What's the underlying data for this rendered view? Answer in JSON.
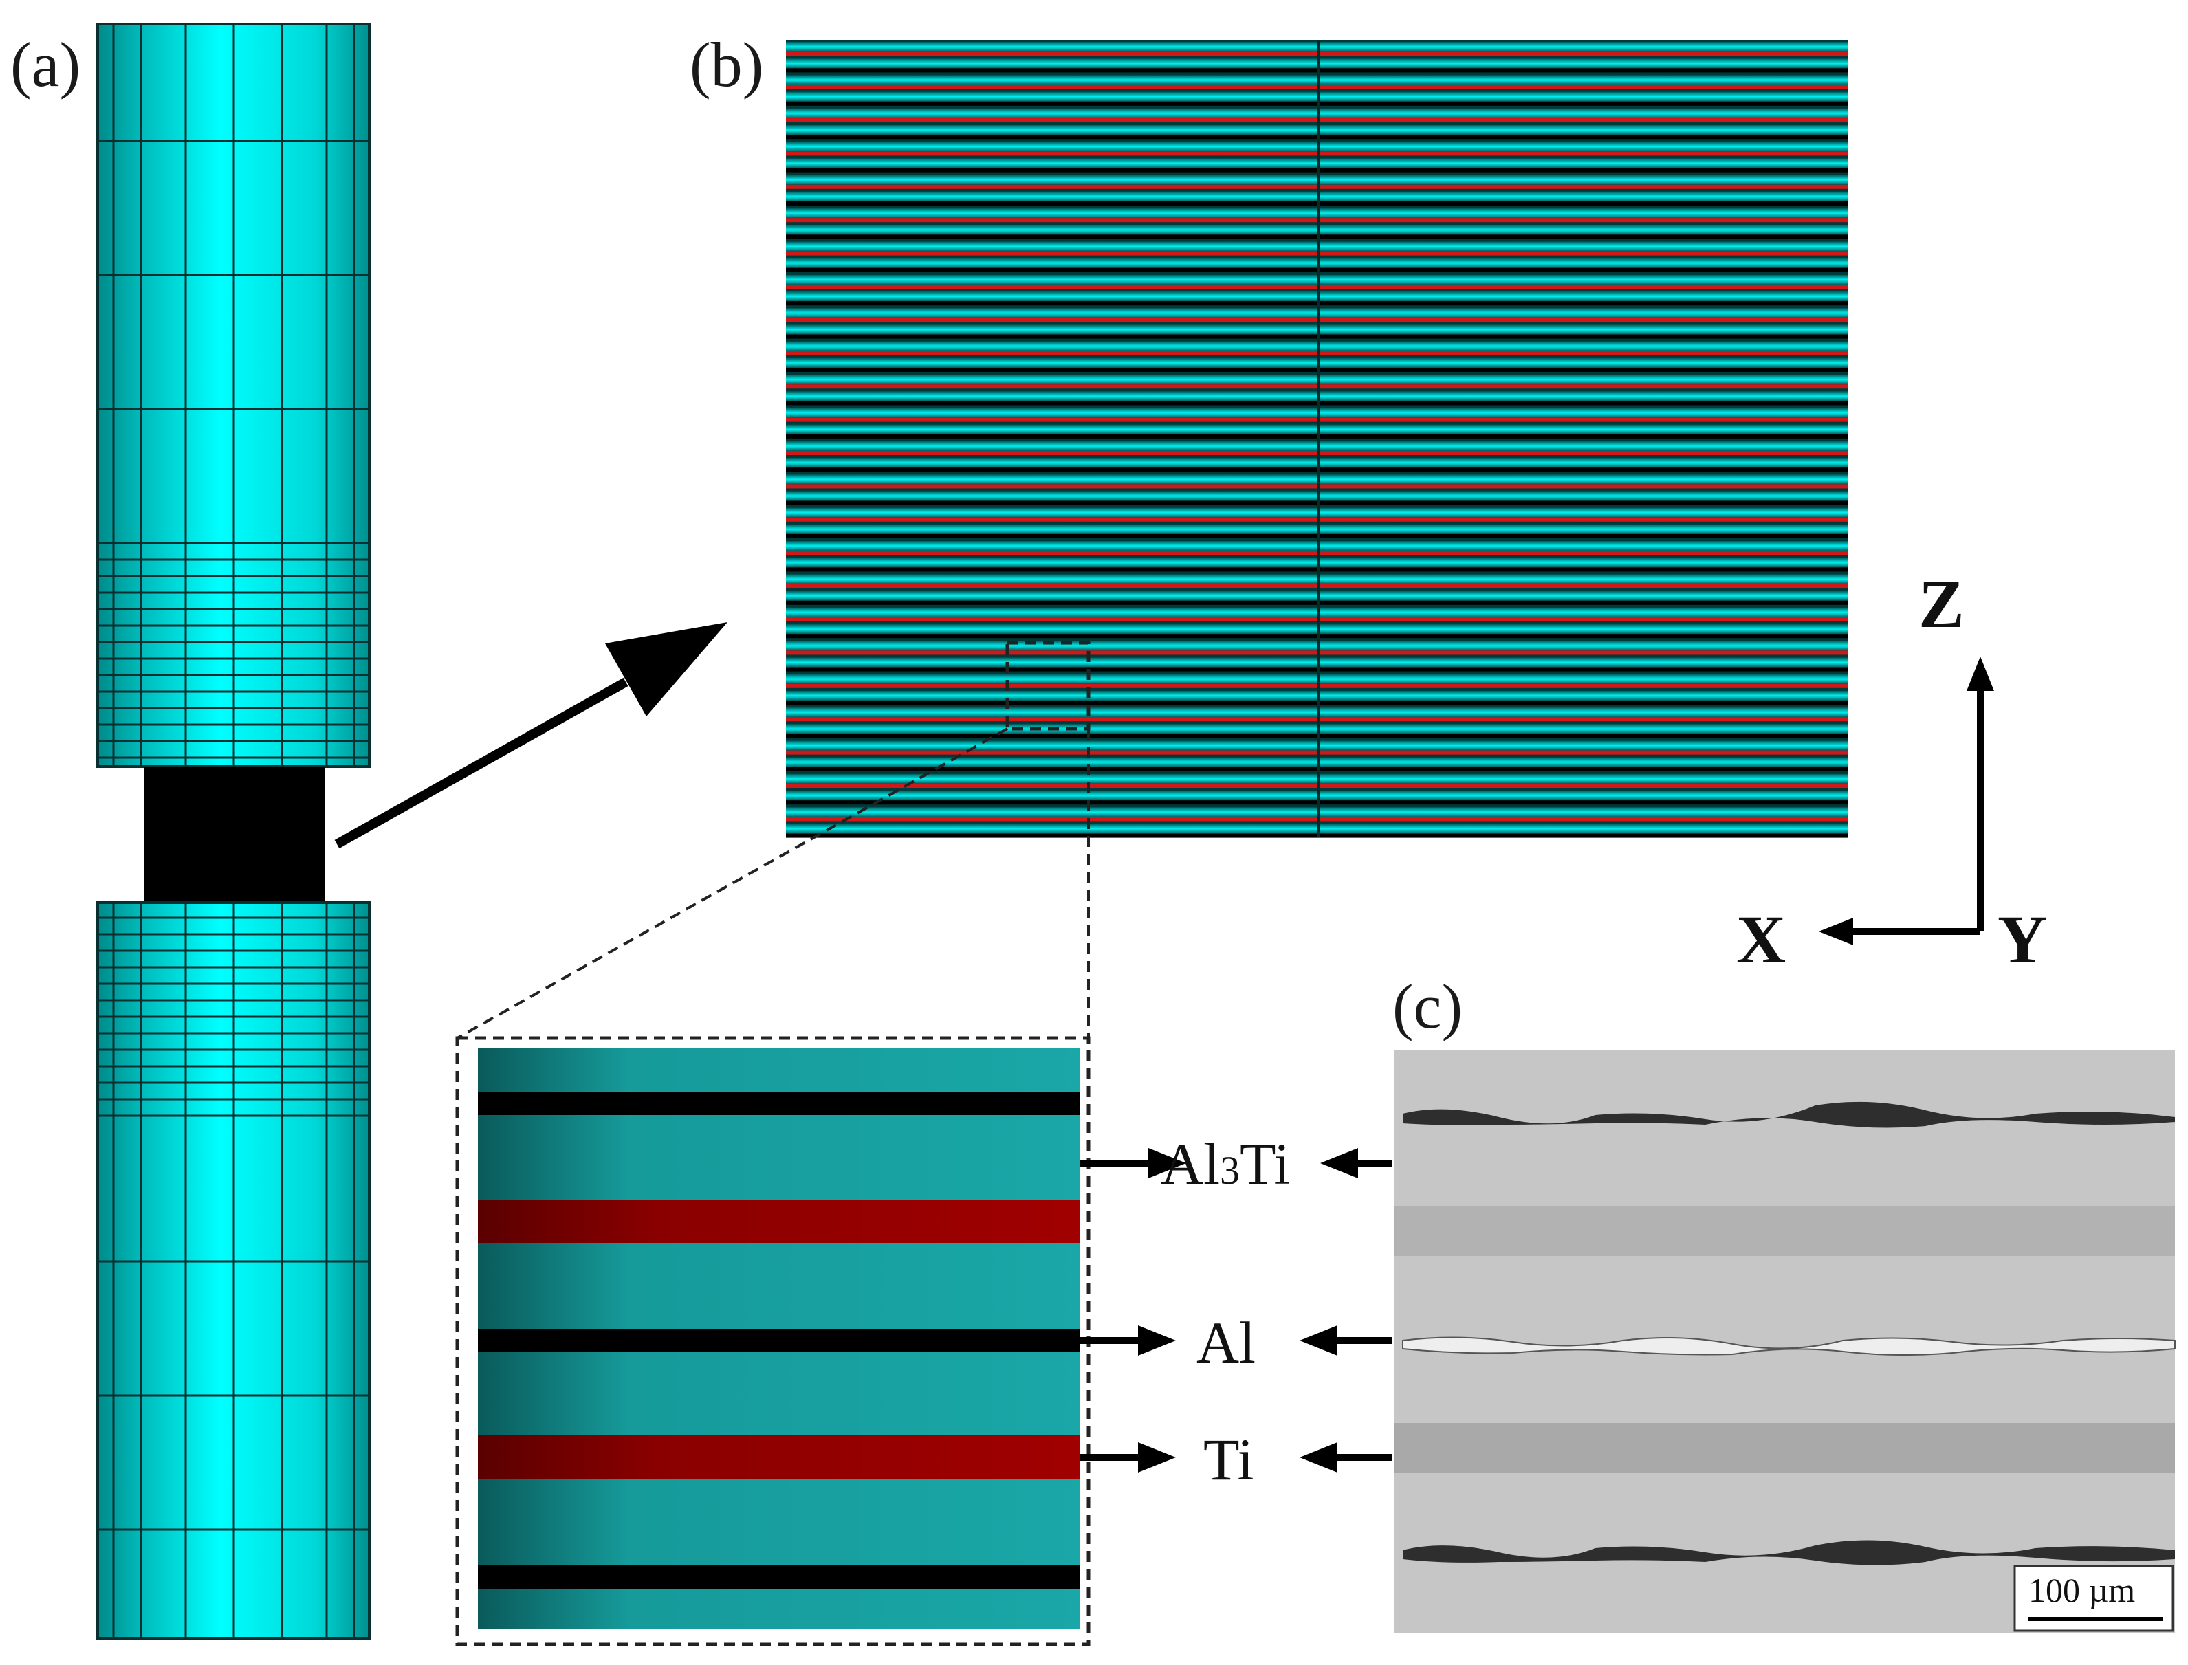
{
  "panels": {
    "a": {
      "label": "(a)"
    },
    "b": {
      "label": "(b)"
    },
    "c": {
      "label": "(c)"
    }
  },
  "axes": {
    "z": "Z",
    "x": "X",
    "y": "Y"
  },
  "phases": [
    {
      "name": "Al3Ti",
      "base": "Al",
      "sub": "3",
      "rest": "Ti"
    },
    {
      "name": "Al"
    },
    {
      "name": "Ti"
    }
  ],
  "scale_bar": {
    "label": "100 µm"
  },
  "colors": {
    "cyan": "#00f0f0",
    "dark_cyan": "#00a0a0",
    "teal": "#1aa3a3",
    "red": "#d01818",
    "dark_red": "#8b0000",
    "black": "#000000",
    "gray": "#c4c4c4"
  },
  "icons": [
    "arrow-icon",
    "dashed-zoom-box",
    "coordinate-axes"
  ]
}
